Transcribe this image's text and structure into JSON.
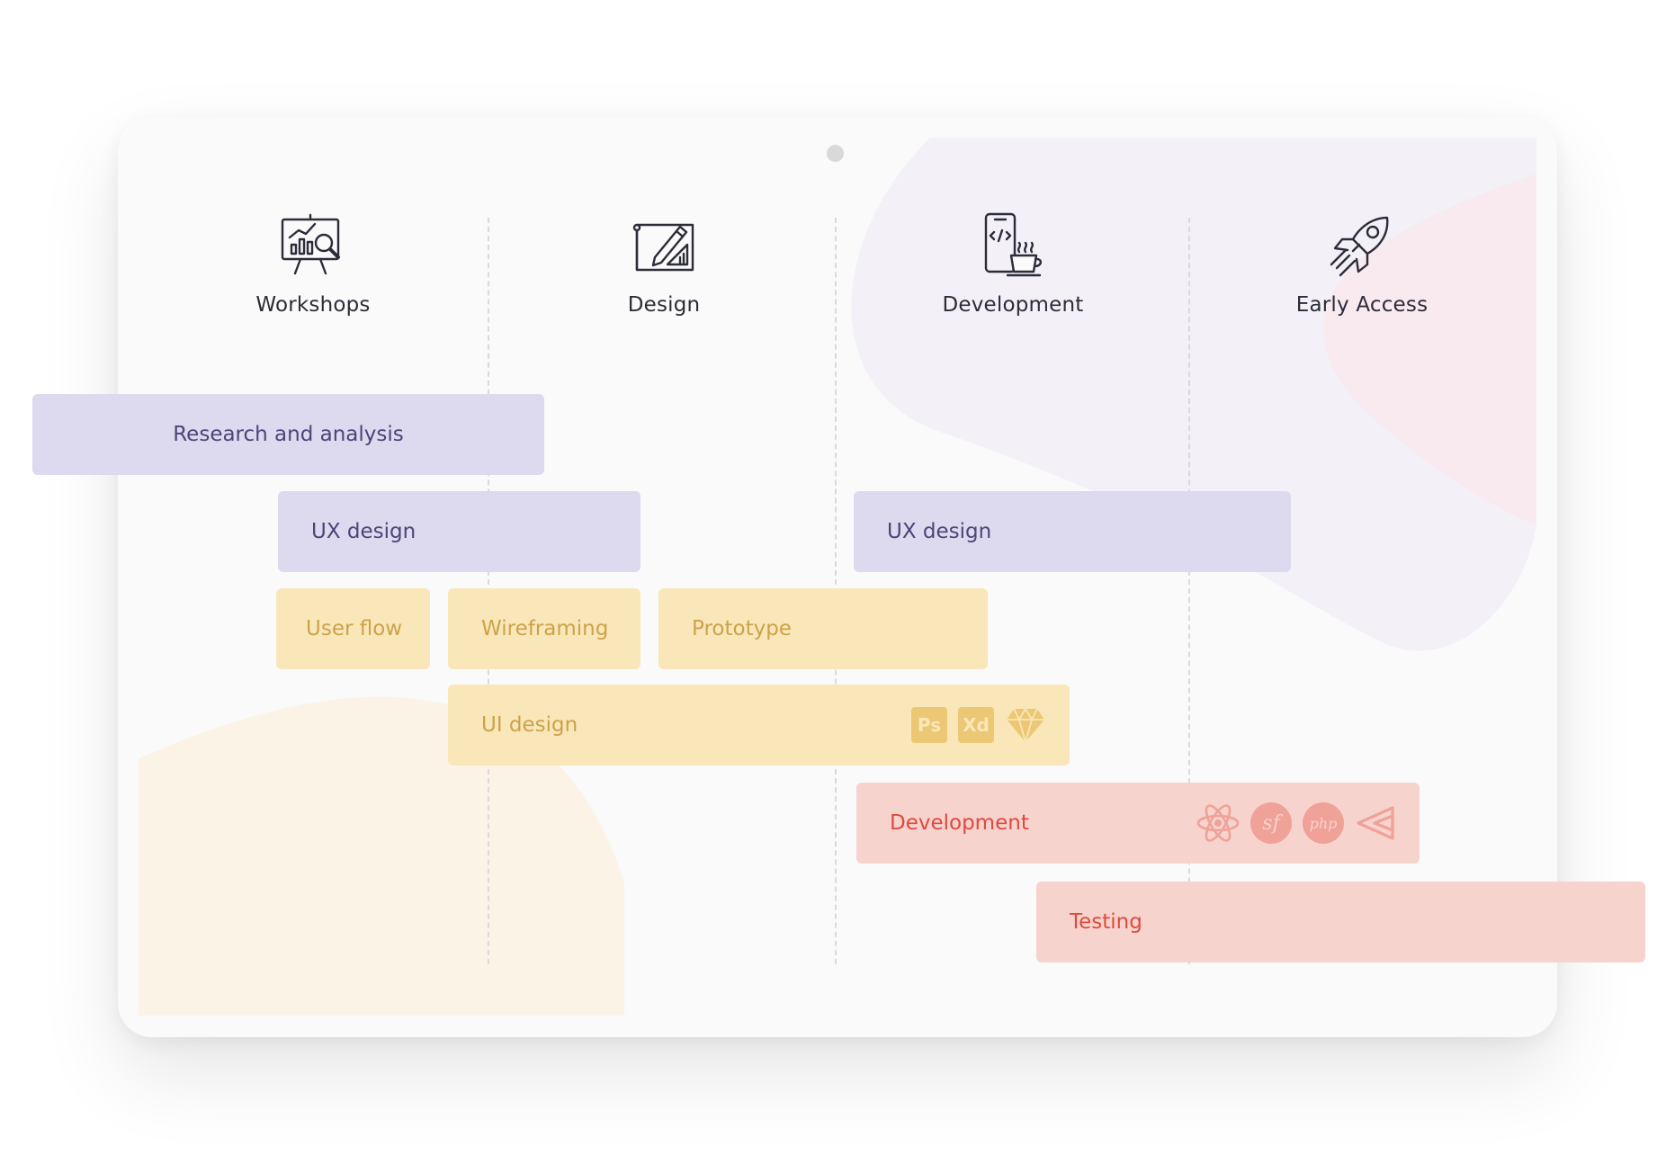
{
  "phases": [
    {
      "label": "Workshops",
      "icon": "presentation-analytics-icon"
    },
    {
      "label": "Design",
      "icon": "blueprint-pencil-icon"
    },
    {
      "label": "Development",
      "icon": "phone-code-coffee-icon"
    },
    {
      "label": "Early Access",
      "icon": "rocket-icon"
    }
  ],
  "tasks": {
    "research": "Research and analysis",
    "ux_design_1": "UX design",
    "ux_design_2": "UX design",
    "user_flow": "User flow",
    "wireframing": "Wireframing",
    "prototype": "Prototype",
    "ui_design": "UI design",
    "development": "Development",
    "testing": "Testing"
  },
  "tools": {
    "ui_design": {
      "photoshop": "Ps",
      "xd": "Xd",
      "sketch": "sketch-diamond-icon"
    },
    "development": {
      "react": "react-atom-icon",
      "symfony": "sf",
      "php": "php",
      "vue": "vue-logo-icon"
    }
  },
  "colors": {
    "purple_bar": "#ddd9ee",
    "purple_text": "#4c4578",
    "yellow_bar": "#f9e7b9",
    "yellow_text": "#cda24a",
    "red_bar": "#f7d3ce",
    "red_text": "#e0493d"
  }
}
